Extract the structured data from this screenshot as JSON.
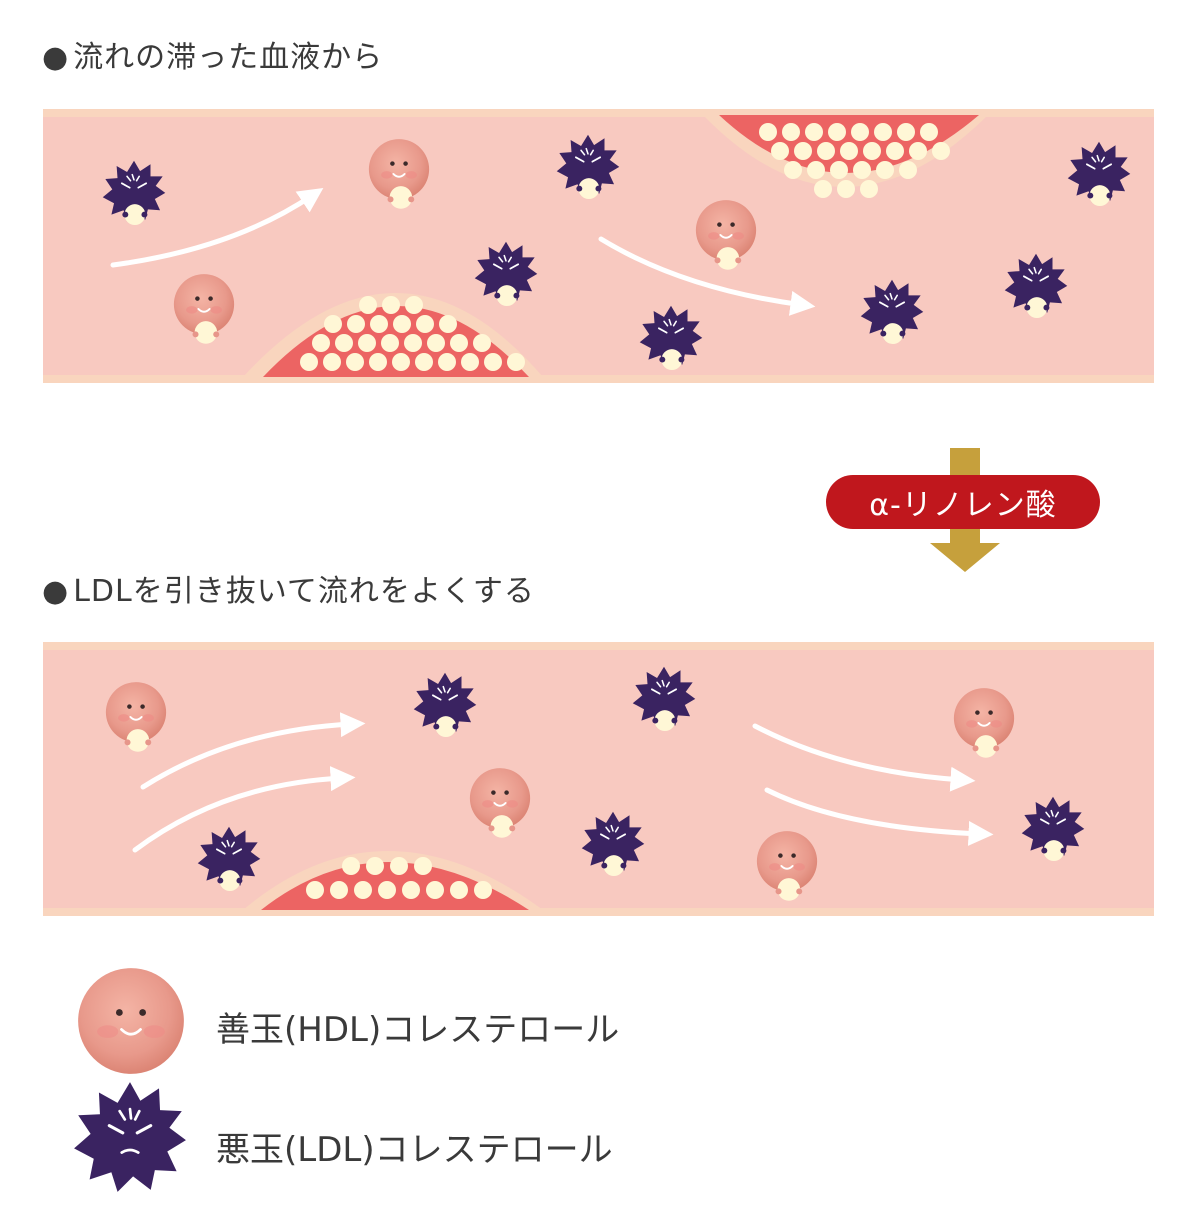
{
  "sections": [
    {
      "heading_bullet": "●",
      "heading": "流れの滞った血液から"
    },
    {
      "heading_bullet": "●",
      "heading": "LDLを引き抜いて流れをよくする"
    }
  ],
  "transition": {
    "label": "α-リノレン酸"
  },
  "legend": [
    {
      "icon": "hdl-cholesterol-icon",
      "label": "善玉(HDL)コレステロール"
    },
    {
      "icon": "ldl-cholesterol-icon",
      "label": "悪玉(LDL)コレステロール"
    }
  ],
  "colors": {
    "vessel_fill": "#f8c9c0",
    "vessel_wall": "#f9d5be",
    "plaque": "#ec6463",
    "fat_ball": "#fff7d6",
    "hdl": "#e9978a",
    "ldl": "#3a2361",
    "arrow_gold": "#c6a03c",
    "badge": "#c0171d"
  }
}
